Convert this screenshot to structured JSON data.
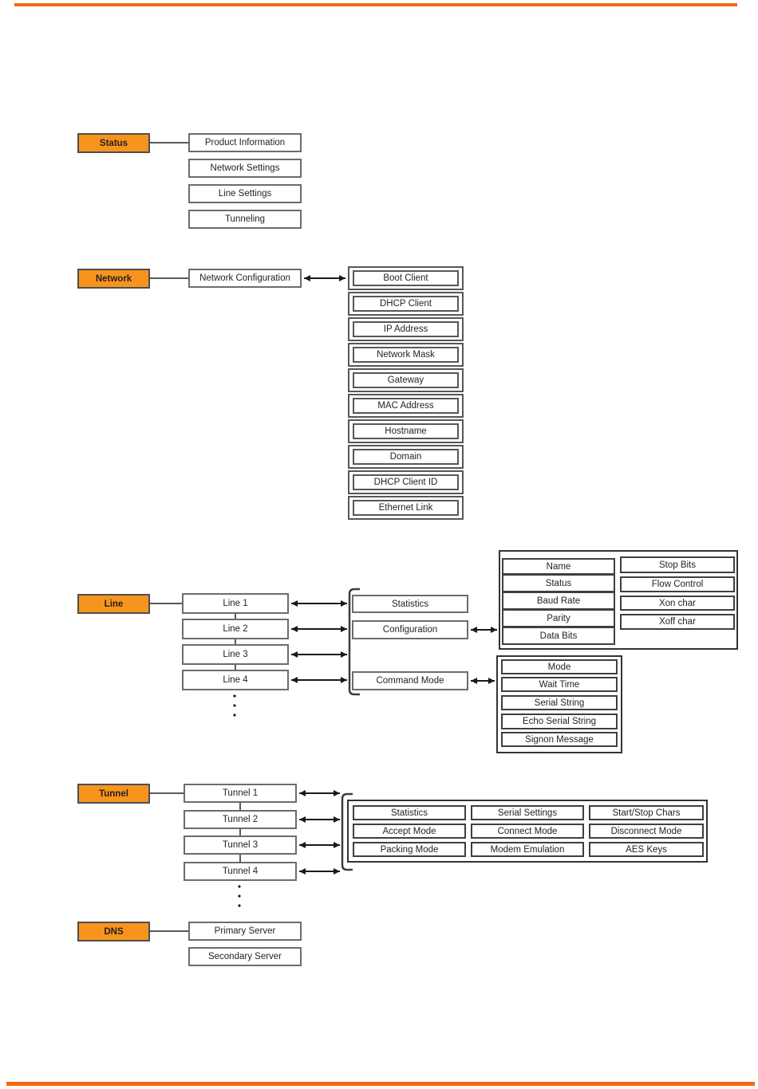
{
  "colors": {
    "accent_orange": "#F7941E",
    "bar_orange": "#F26A0D"
  },
  "sections": {
    "status": {
      "label": "Status",
      "items": [
        "Product Information",
        "Network Settings",
        "Line Settings",
        "Tunneling"
      ]
    },
    "network": {
      "label": "Network",
      "node": "Network Configuration",
      "items": [
        "Boot Client",
        "DHCP Client",
        "IP Address",
        "Network Mask",
        "Gateway",
        "MAC Address",
        "Hostname",
        "Domain",
        "DHCP Client ID",
        "Ethernet Link"
      ]
    },
    "line": {
      "label": "Line",
      "nodes": [
        "Line 1",
        "Line 2",
        "Line 3",
        "Line 4"
      ],
      "subnodes": [
        "Statistics",
        "Configuration",
        "Command Mode"
      ],
      "configuration_left": [
        "Name",
        "Status",
        "Baud Rate",
        "Parity",
        "Data Bits"
      ],
      "configuration_right": [
        "Stop Bits",
        "Flow Control",
        "Xon char",
        "Xoff char"
      ],
      "command_mode": [
        "Mode",
        "Wait Time",
        "Serial String",
        "Echo Serial String",
        "Signon Message"
      ]
    },
    "tunnel": {
      "label": "Tunnel",
      "nodes": [
        "Tunnel 1",
        "Tunnel 2",
        "Tunnel 3",
        "Tunnel 4"
      ],
      "grid": [
        [
          "Statistics",
          "Serial Settings",
          "Start/Stop Chars"
        ],
        [
          "Accept Mode",
          "Connect Mode",
          "Disconnect Mode"
        ],
        [
          "Packing Mode",
          "Modem Emulation",
          "AES Keys"
        ]
      ]
    },
    "dns": {
      "label": "DNS",
      "items": [
        "Primary Server",
        "Secondary Server"
      ]
    }
  }
}
